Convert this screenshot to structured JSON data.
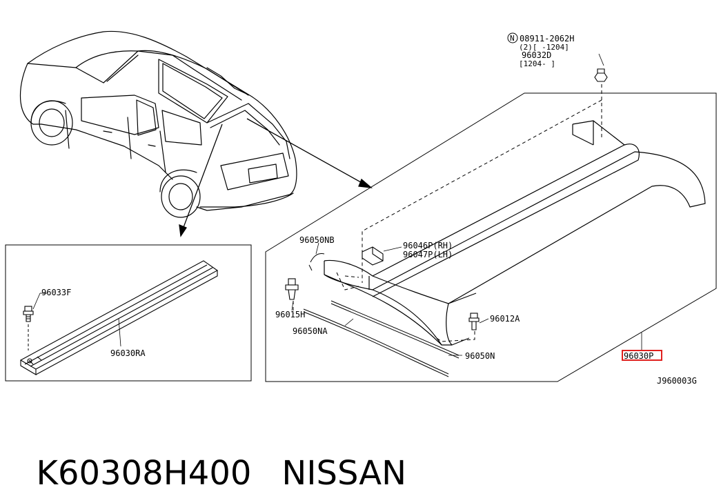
{
  "callout": {
    "nut_code": "08911-2062H",
    "nut_marker": "N",
    "qty_range": "(2)[ -1204]",
    "alt_part": "96032D",
    "alt_range": "[1204- ]"
  },
  "labels": {
    "p96050NB": "96050NB",
    "p96046P": "96046P(RH)",
    "p96047P": "96047P(LH)",
    "p96015H": "96015H",
    "p96050NA": "96050NA",
    "p96012A": "96012A",
    "p96050N": "96050N",
    "p96030P": "96030P",
    "p96033F": "96033F",
    "p96030RA": "96030RA"
  },
  "diagram_code": "J960003G",
  "caption": {
    "part_number": "K60308H400",
    "brand": "NISSAN"
  },
  "colors": {
    "highlight": "#e0201e",
    "line": "#000000"
  }
}
